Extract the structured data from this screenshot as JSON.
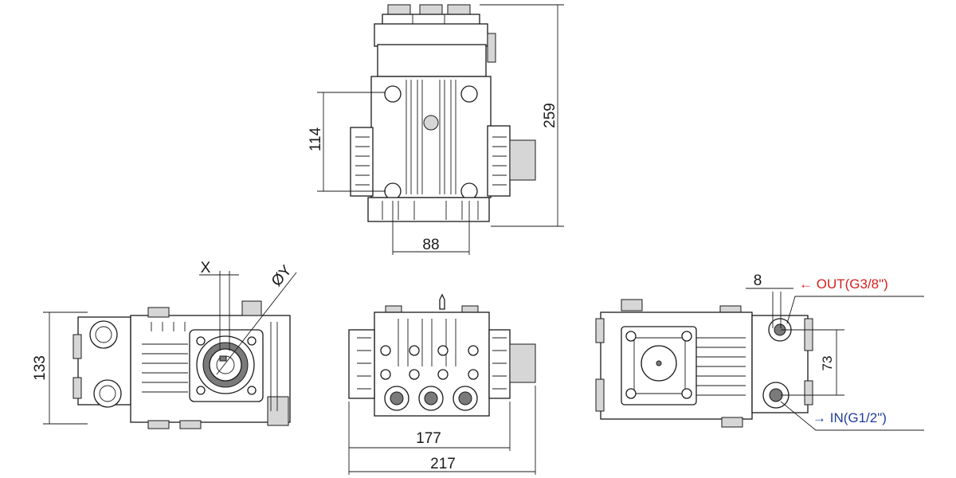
{
  "dimensions": {
    "d259": "259",
    "d114": "114",
    "d88": "88",
    "d133": "133",
    "d177": "177",
    "d217": "217",
    "d73": "73",
    "d8": "8",
    "x": "X",
    "y": "ØY"
  },
  "ports": {
    "out": "← OUT(G3/8\")",
    "in": "→ IN(G1/2\")"
  },
  "colors": {
    "out": "#d42020",
    "in": "#1f3d99",
    "line": "#1a1a1a"
  }
}
